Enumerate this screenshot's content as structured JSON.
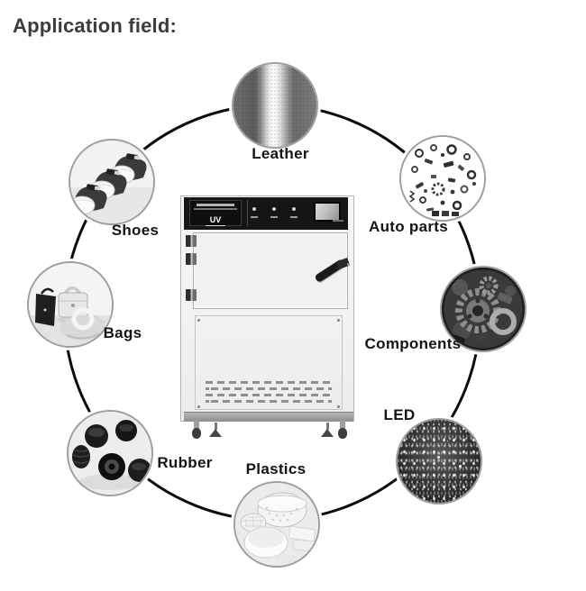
{
  "title": "Application field:",
  "machine": {
    "name": "uv-aging-test-chamber",
    "panel_text": "UV"
  },
  "nodes": [
    {
      "id": "leather",
      "label": "Leather"
    },
    {
      "id": "auto-parts",
      "label": "Auto parts"
    },
    {
      "id": "components",
      "label": "Components"
    },
    {
      "id": "led",
      "label": "LED"
    },
    {
      "id": "plastics",
      "label": "Plastics"
    },
    {
      "id": "rubber",
      "label": "Rubber"
    },
    {
      "id": "bags",
      "label": "Bags"
    },
    {
      "id": "shoes",
      "label": "Shoes"
    }
  ],
  "colors": {
    "title": "#3c3c3e",
    "ring": "#0c0c0c",
    "label": "#141414"
  }
}
